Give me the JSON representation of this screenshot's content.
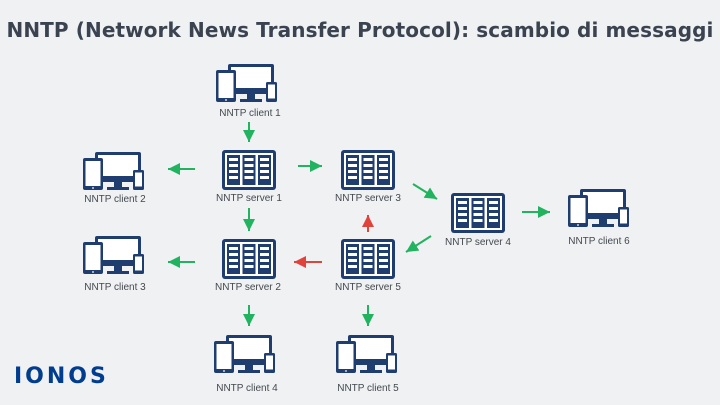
{
  "title": "NNTP (Network News Transfer Protocol): scambio di messaggi",
  "logo": "IONOS",
  "colors": {
    "forward": "#21b35f",
    "reverse": "#e0433c",
    "icon": "#1f3d6e",
    "iconLight": "#ffffff"
  },
  "nodes": {
    "client1": {
      "label": "NNTP client 1",
      "icon": "devices-icon"
    },
    "client2": {
      "label": "NNTP client 2",
      "icon": "devices-icon"
    },
    "client3": {
      "label": "NNTP client 3",
      "icon": "devices-icon"
    },
    "client4": {
      "label": "NNTP client 4",
      "icon": "devices-icon"
    },
    "client5": {
      "label": "NNTP client 5",
      "icon": "devices-icon"
    },
    "client6": {
      "label": "NNTP client 6",
      "icon": "devices-icon"
    },
    "server1": {
      "label": "NNTP server 1",
      "icon": "server-icon"
    },
    "server2": {
      "label": "NNTP server 2",
      "icon": "server-icon"
    },
    "server3": {
      "label": "NNTP server 3",
      "icon": "server-icon"
    },
    "server4": {
      "label": "NNTP server 4",
      "icon": "server-icon"
    },
    "server5": {
      "label": "NNTP server 5",
      "icon": "server-icon"
    }
  },
  "edges": [
    {
      "from": "client1",
      "to": "server1",
      "color": "forward"
    },
    {
      "from": "server1",
      "to": "client2",
      "color": "forward"
    },
    {
      "from": "server1",
      "to": "server3",
      "color": "forward"
    },
    {
      "from": "server1",
      "to": "server2",
      "color": "forward"
    },
    {
      "from": "server3",
      "to": "server4",
      "color": "forward"
    },
    {
      "from": "server4",
      "to": "client6",
      "color": "forward"
    },
    {
      "from": "server4",
      "to": "server5",
      "color": "forward"
    },
    {
      "from": "server5",
      "to": "server3",
      "color": "reverse"
    },
    {
      "from": "server5",
      "to": "server2",
      "color": "reverse"
    },
    {
      "from": "server2",
      "to": "client3",
      "color": "forward"
    },
    {
      "from": "server2",
      "to": "client4",
      "color": "forward"
    },
    {
      "from": "server5",
      "to": "client5",
      "color": "forward"
    }
  ]
}
